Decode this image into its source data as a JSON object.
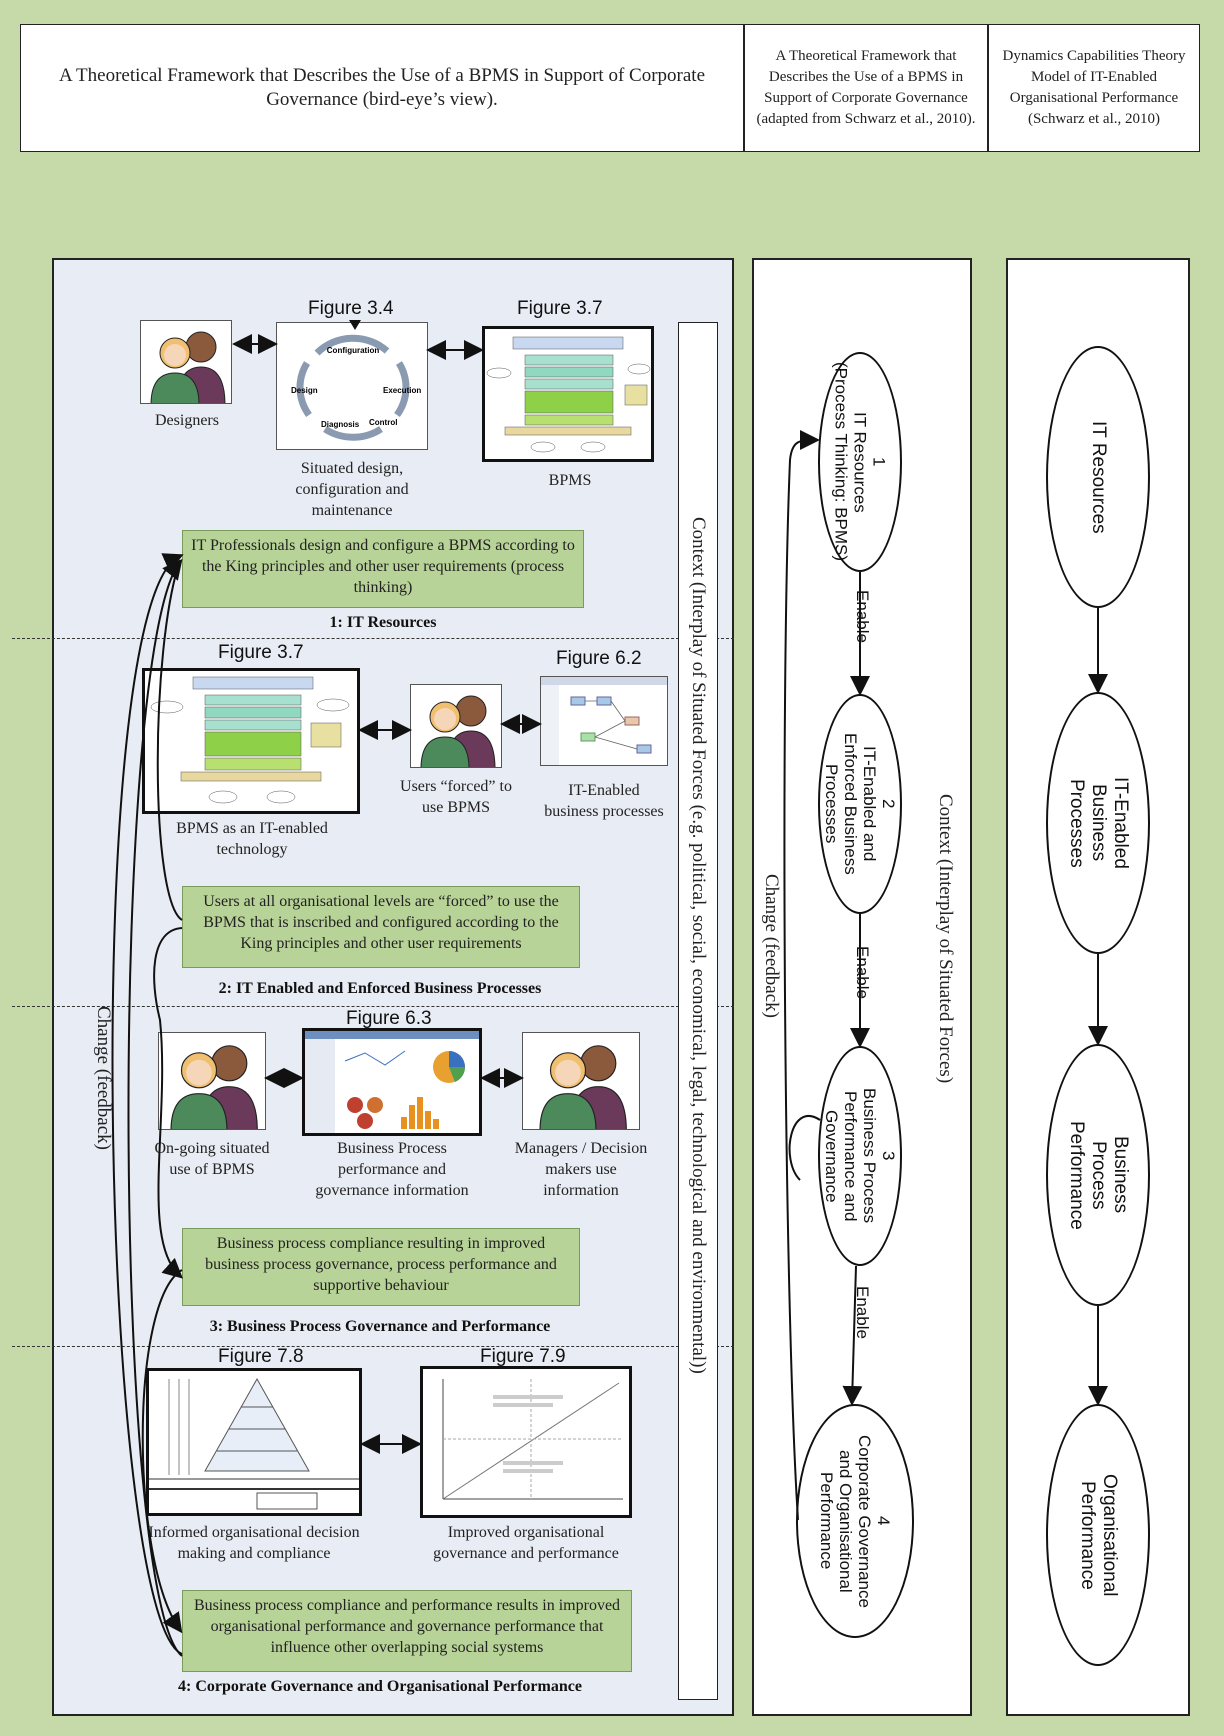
{
  "header": {
    "left": "A Theoretical Framework that Describes the Use of a BPMS in Support of Corporate Governance (bird-eye’s view).",
    "middle": "A Theoretical Framework that Describes the Use of a BPMS in Support of Corporate Governance (adapted from Schwarz et al., 2010).",
    "right": "Dynamics Capabilities Theory Model of IT-Enabled Organisational Performance (Schwarz et al., 2010)"
  },
  "left_panel": {
    "context_label": "Context (Interplay of Situated Forces (e.g. political, social, economical, legal, technological and environmental))",
    "feedback_label": "Change (feedback)",
    "section1": {
      "fig_a": "Figure 3.4",
      "fig_b": "Figure 3.7",
      "cycle": {
        "top": "Configuration",
        "left": "Design",
        "right": "Execution",
        "bl": "Diagnosis",
        "br": "Control"
      },
      "cap_designers": "Designers",
      "cap_cycle": "Situated design, configuration and maintenance",
      "cap_bpms": "BPMS",
      "box": "IT Professionals design and configure a BPMS according to the King principles and other user requirements (process thinking)",
      "title": "1: IT Resources"
    },
    "section2": {
      "fig_a": "Figure 3.7",
      "fig_b": "Figure 6.2",
      "cap_bpms": "BPMS as an IT-enabled technology",
      "cap_users": "Users “forced” to use BPMS",
      "cap_proc": "IT-Enabled business processes",
      "box": "Users at all organisational levels are “forced” to use the BPMS that is inscribed and configured according to the King principles and other user requirements",
      "title": "2: IT Enabled and Enforced Business Processes"
    },
    "section3": {
      "fig": "Figure 6.3",
      "cap_use": "On-going situated use of BPMS",
      "cap_info": "Business Process performance and governance information",
      "cap_mgr": "Managers / Decision makers use information",
      "box": "Business process compliance resulting in improved business process governance, process performance and supportive behaviour",
      "title": "3: Business Process Governance and Performance"
    },
    "section4": {
      "fig_a": "Figure 7.8",
      "fig_b": "Figure 7.9",
      "cap_a": "Informed organisational decision making and compliance",
      "cap_b": "Improved organisational governance and performance",
      "box": "Business process compliance and performance results in improved organisational performance and governance performance that influence other overlapping social systems",
      "title": "4: Corporate Governance and Organisational Performance"
    }
  },
  "middle_panel": {
    "context_label": "Context (Interplay of Situated Forces)",
    "feedback_label": "Change (feedback)",
    "nodes": [
      "1\nIT Resources\n(Process Thinking: BPMS)",
      "2\nIT-Enabled and\nEnforced Business\nProcesses",
      "3\nBusiness Process\nPerformance and\nGovernance",
      "4\nCorporate Governance\nand Organisational\nPerformance"
    ],
    "edge_label": "Enable"
  },
  "right_panel": {
    "nodes": [
      "IT Resources",
      "IT-Enabled\nBusiness\nProcesses",
      "Business\nProcess\nPerformance",
      "Organisational\nPerformance"
    ]
  },
  "colors": {
    "background": "#c6d9a8",
    "green_box": "#b8d398",
    "left_panel": "#e8ecf4"
  }
}
